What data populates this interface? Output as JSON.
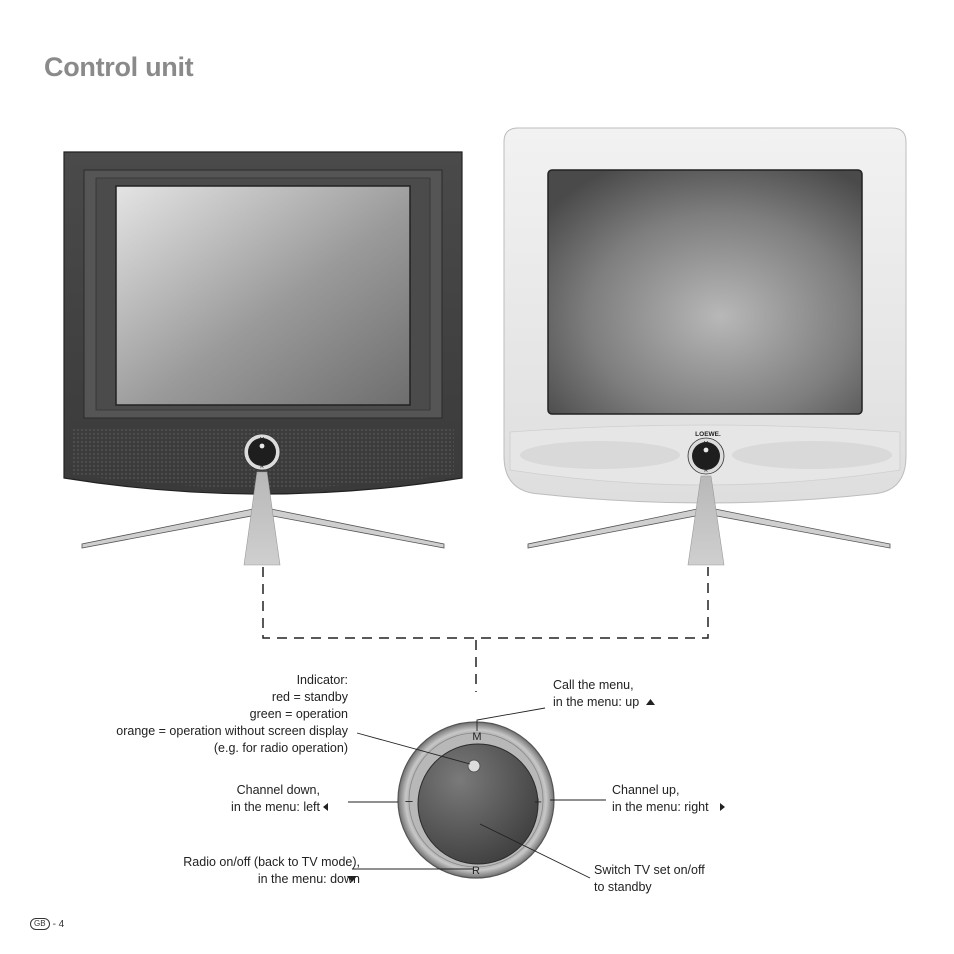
{
  "page": {
    "title": "Control unit"
  },
  "tv_left": {
    "knob_top": "M",
    "knob_bottom": "R"
  },
  "tv_right": {
    "brand": "LOEWE.",
    "knob_top": "M",
    "knob_bottom": "R"
  },
  "control": {
    "top": "M",
    "bottom": "R",
    "left": "–",
    "right": "+"
  },
  "labels": {
    "indicator": [
      "Indicator:",
      "red = standby",
      "green = operation",
      "orange = operation without screen display",
      "(e.g. for radio operation)"
    ],
    "menu_up": [
      "Call the menu,",
      "in the menu: up"
    ],
    "channel_down": [
      "Channel down,",
      "in the menu: left"
    ],
    "channel_up": [
      "Channel up,",
      "in the menu: right"
    ],
    "radio": [
      "Radio on/off (back to TV mode),",
      "in the menu: down"
    ],
    "standby": [
      "Switch TV set on/off",
      "to standby"
    ]
  },
  "footer": {
    "badge": "GB",
    "page": "- 4"
  }
}
